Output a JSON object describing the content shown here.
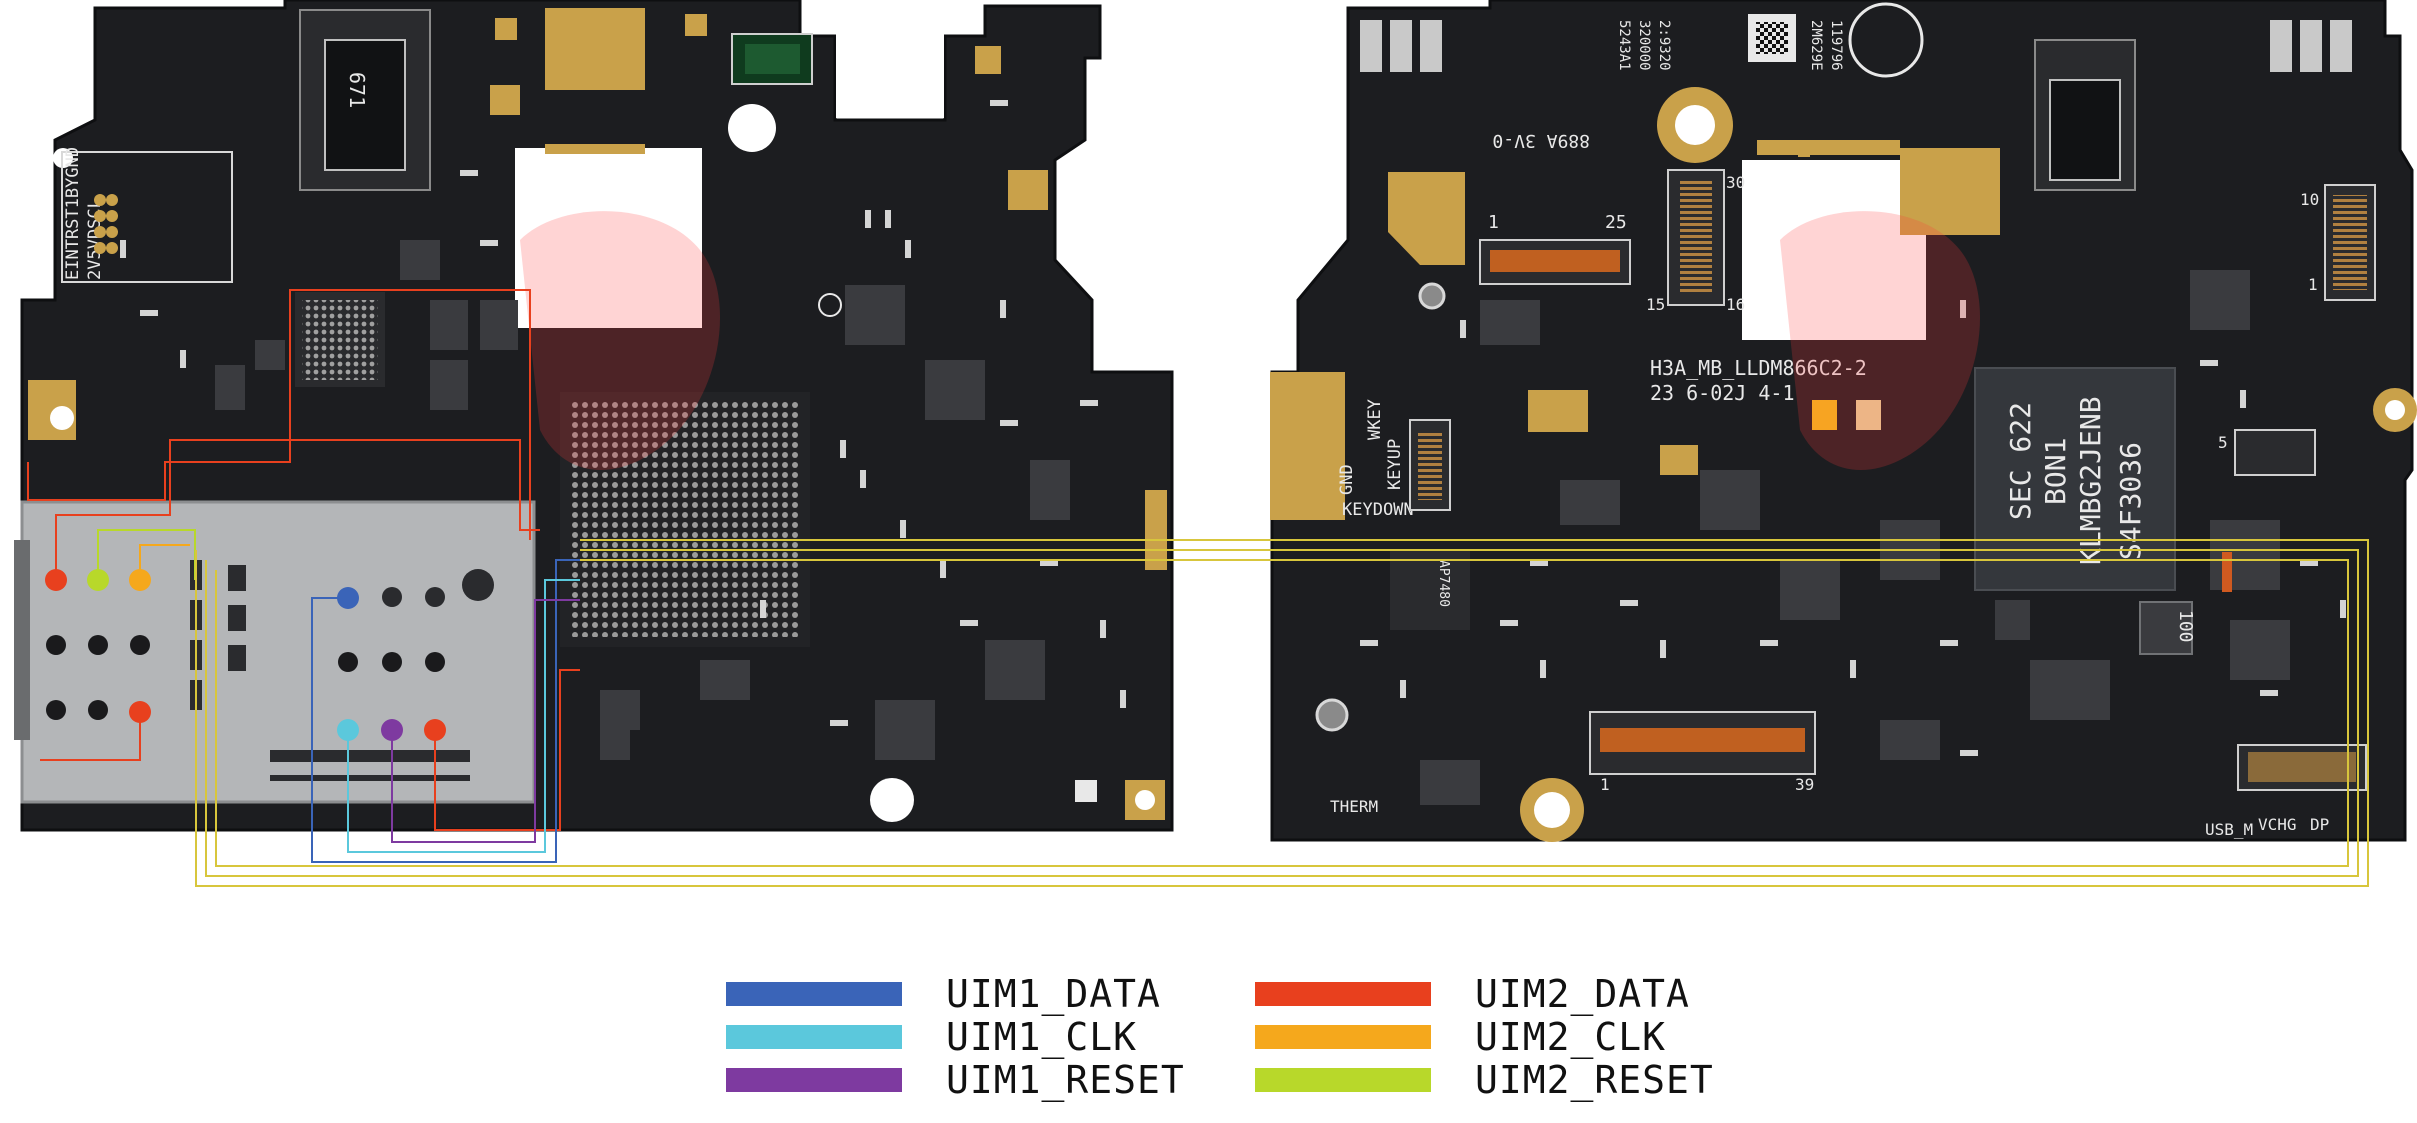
{
  "legend": [
    {
      "label": "UIM1_DATA",
      "color": "#3a64b8"
    },
    {
      "label": "UIM1_CLK",
      "color": "#5bc8dc"
    },
    {
      "label": "UIM1_RESET",
      "color": "#7e3aa0"
    },
    {
      "label": "UIM2_DATA",
      "color": "#e8401e"
    },
    {
      "label": "UIM2_CLK",
      "color": "#f5a81c"
    },
    {
      "label": "UIM2_RESET",
      "color": "#b8d82a"
    }
  ],
  "board_labels": {
    "left_test_pads": "EINTRST1BYGND",
    "left_test_pads_2": "2V5VDSCL",
    "left_connector_code": "671",
    "right_fpc_1": "1",
    "right_fpc_25": "25",
    "right_fpc_30": "30",
    "right_fpc_15": "15",
    "right_fpc_16": "16",
    "right_board_marking": "H3A_MB_LLDM866C2-2",
    "right_board_marking_2": "23 6-02J 4-1",
    "right_rating": "889A 3V-0",
    "right_keys_1": "WKEY",
    "right_keys_2": "KEYUP",
    "right_keys_3": "GND",
    "right_keys_4": "KEYDOWN",
    "right_chip_1": "SEC 622",
    "right_chip_2": "BON1",
    "right_chip_3": "KLMBG2JENB",
    "right_chip_4": "S4F3036",
    "right_conn_1": "1",
    "right_conn_39": "39",
    "right_therm": "THERM",
    "right_usb": "USB_M",
    "right_vchg": "VCHG",
    "right_dp": "DP",
    "right_ind": "100",
    "right_pin_10": "10",
    "right_pin_1": "1",
    "right_pin_5": "5",
    "right_qr_1": "5243A1",
    "right_qr_2": "320000",
    "right_qr_3": "2:9320",
    "right_qr_4": "2M629E",
    "right_qr_5": "119796",
    "right_small_ic": "AP7480"
  },
  "colors": {
    "pcb": "#1c1d20",
    "pcb_edge": "#0e0f11",
    "gold": "#c9a14a",
    "sim_tray": "#b4b6b8",
    "route_outline": "#d8c63c"
  }
}
